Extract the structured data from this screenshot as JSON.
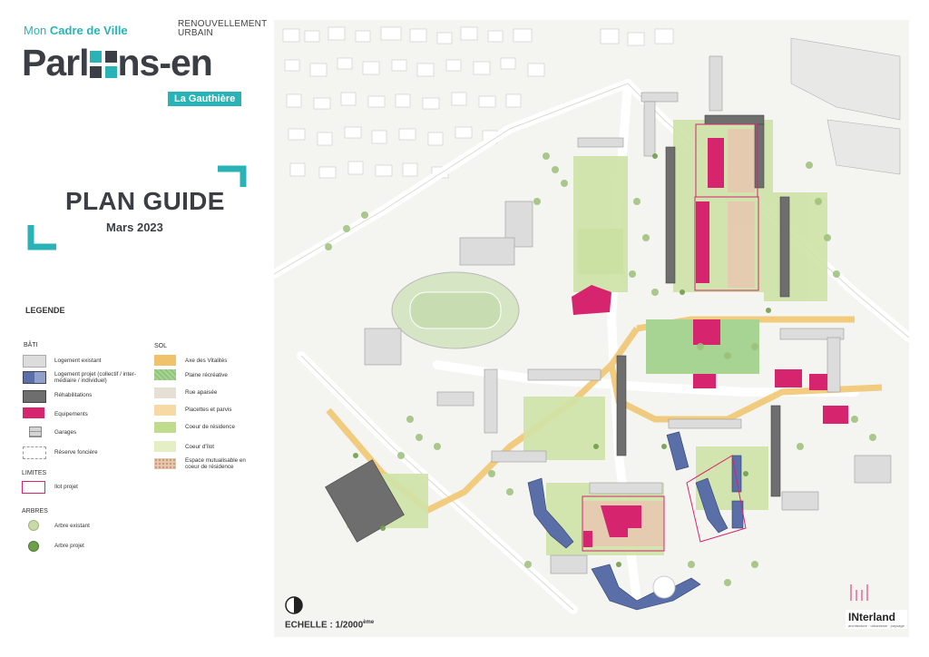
{
  "header": {
    "brand_prefix": "Mon",
    "brand_name": "Cadre de Ville",
    "program_line1": "RENOUVELLEMENT",
    "program_line2": "URBAIN",
    "logo_text_left": "Parl",
    "logo_text_right": "ns-en",
    "district_badge": "La Gauthière"
  },
  "title": {
    "main": "PLAN GUIDE",
    "date": "Mars 2023"
  },
  "legend": {
    "title": "LEGENDE",
    "bati": {
      "heading": "BÂTI",
      "items": [
        {
          "label": "Logement existant",
          "color": "#dcdcdc"
        },
        {
          "label": "Logement projet (collectif / inter-",
          "label2": "médiaire / individuel)",
          "color": "#5a6fa8"
        },
        {
          "label": "Réhabilitations",
          "color": "#6e6e6e"
        },
        {
          "label": "Equipements",
          "color": "#d6246e"
        },
        {
          "label": "Garages",
          "color": "#bdbdbd"
        },
        {
          "label": "Réserve foncière",
          "color": "#ffffff"
        }
      ]
    },
    "limites": {
      "heading": "LIMITES",
      "items": [
        {
          "label": "Ilot projet",
          "color": "#d6246e"
        }
      ]
    },
    "arbres": {
      "heading": "ARBRES",
      "items": [
        {
          "label": "Arbre existant",
          "color": "#c9d9a8"
        },
        {
          "label": "Arbre projet",
          "color": "#6f9e4c"
        }
      ]
    },
    "sol": {
      "heading": "SOL",
      "items": [
        {
          "label": "Axe des Vitalités",
          "color": "#f0c36a"
        },
        {
          "label": "Plaine récréative",
          "color": "#8fc47a"
        },
        {
          "label": "Rue apaisée",
          "color": "#e6e0d4"
        },
        {
          "label": "Placettes et parvis",
          "color": "#f7d9a6"
        },
        {
          "label": "Coeur de résidence",
          "color": "#bfdc8c"
        },
        {
          "label": "Coeur d'îlot",
          "color": "#e4efc6"
        },
        {
          "label": "Espace mutualisable en",
          "label2": "coeur de résidence",
          "color": "#e7c8b0"
        }
      ]
    }
  },
  "map": {
    "scale_label": "ECHELLE : 1/2000",
    "scale_sup": "ème",
    "agency": "INterland",
    "agency_tagline": "architecture · urbanisme · paysage",
    "colors": {
      "accent": "#2ab3b7",
      "equipment": "#d6246e",
      "rehab": "#6e6e6e",
      "project_housing": "#5a6fa8"
    }
  }
}
